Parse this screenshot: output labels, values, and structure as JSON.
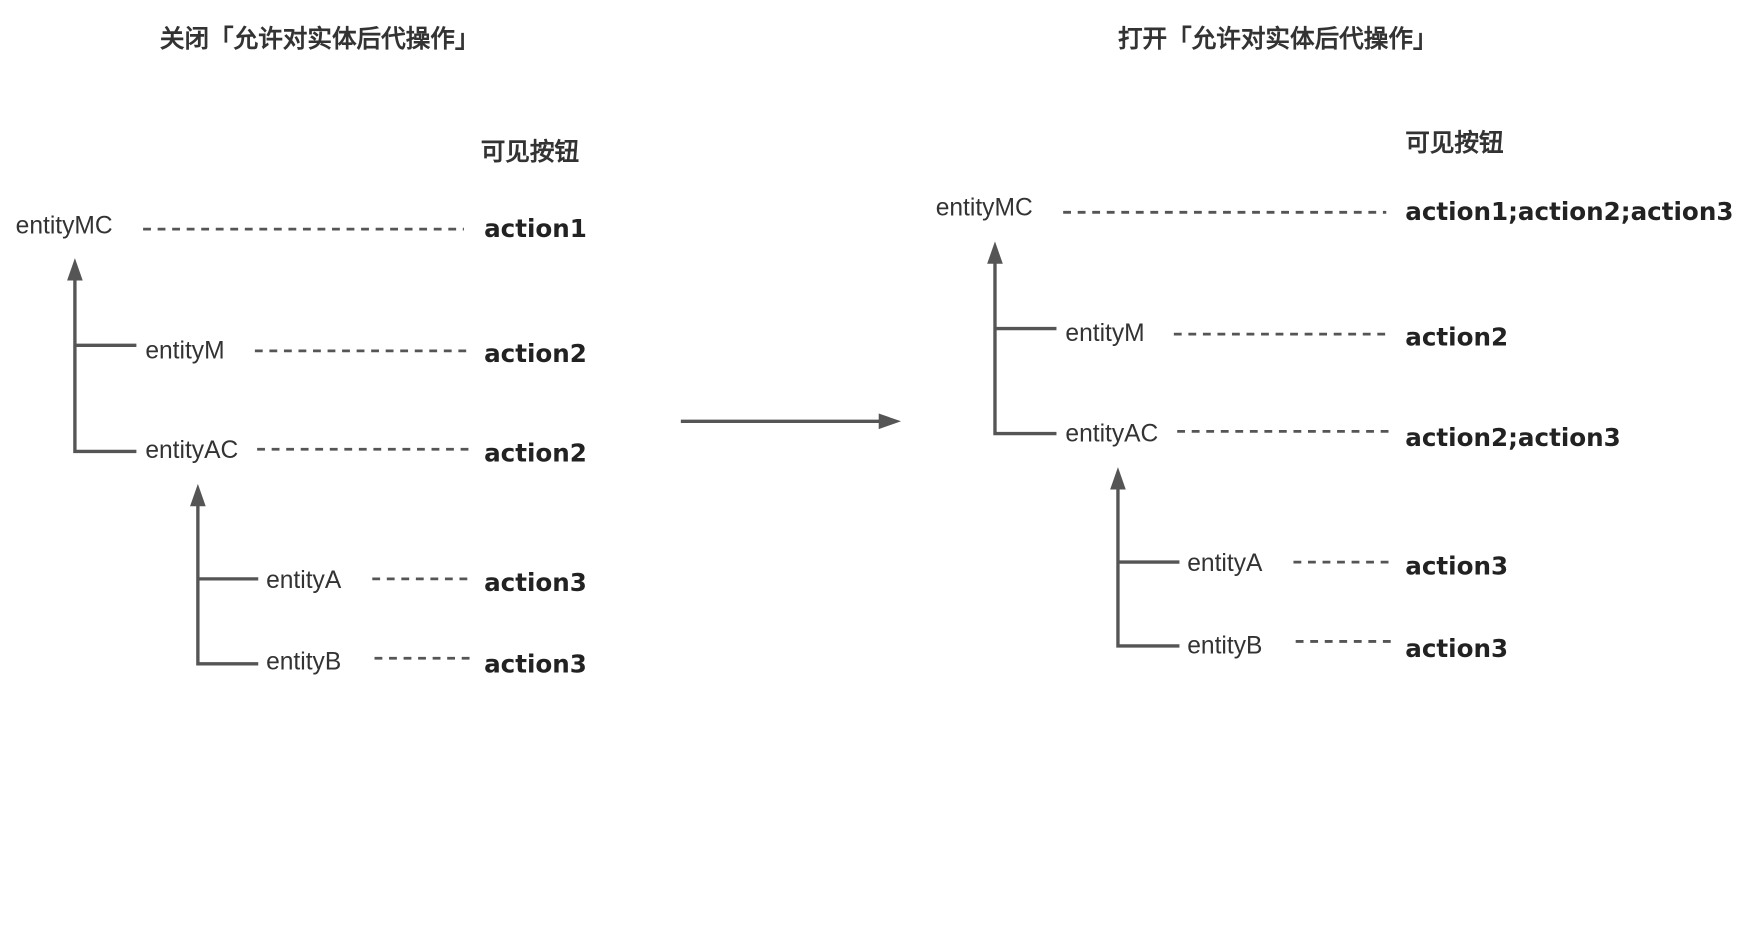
{
  "left": {
    "title": "关闭「允许对实体后代操作」",
    "header": "可见按钮",
    "rows": [
      {
        "entity": "entityMC",
        "actions": "action1"
      },
      {
        "entity": "entityM",
        "actions": "action2"
      },
      {
        "entity": "entityAC",
        "actions": "action2"
      },
      {
        "entity": "entityA",
        "actions": "action3"
      },
      {
        "entity": "entityB",
        "actions": "action3"
      }
    ]
  },
  "right": {
    "title": "打开「允许对实体后代操作」",
    "header": "可见按钮",
    "rows": [
      {
        "entity": "entityMC",
        "actions": "action1;action2;action3"
      },
      {
        "entity": "entityM",
        "actions": "action2"
      },
      {
        "entity": "entityAC",
        "actions": "action2;action3"
      },
      {
        "entity": "entityA",
        "actions": "action3"
      },
      {
        "entity": "entityB",
        "actions": "action3"
      }
    ]
  }
}
